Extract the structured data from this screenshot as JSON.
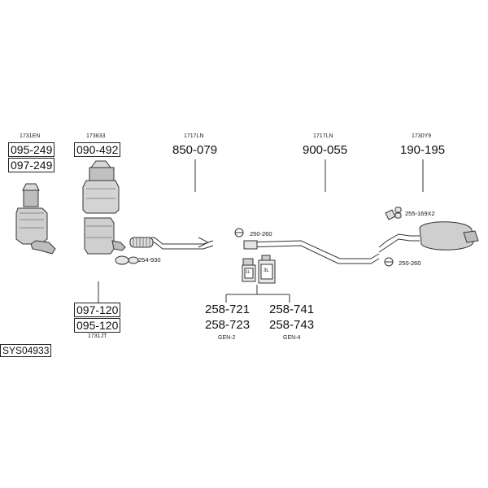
{
  "parts": {
    "p1": {
      "ref": "1731EN",
      "codes": [
        "095-249",
        "097-249"
      ]
    },
    "p2": {
      "ref": "173833",
      "codes": [
        "090-492"
      ]
    },
    "p3": {
      "ref": "1717LN",
      "code": "850-079"
    },
    "p4": {
      "ref": "1717LN",
      "code": "900-055"
    },
    "p5": {
      "ref": "1730Y9",
      "code": "190-195"
    },
    "p6": {
      "ref": "1731JT",
      "codes": [
        "097-120",
        "095-120"
      ]
    }
  },
  "clamps": {
    "c1": "254-930",
    "c2": "250-260",
    "c3": "255-169X2",
    "c4": "250-260"
  },
  "paste": {
    "gen2": {
      "codes": [
        "258-721",
        "258-723"
      ],
      "label": "GEN-2"
    },
    "gen4": {
      "codes": [
        "258-741",
        "258-743"
      ],
      "label": "GEN-4"
    },
    "can_small": "1L",
    "can_large": "3L"
  },
  "system_id": "SYS04933"
}
